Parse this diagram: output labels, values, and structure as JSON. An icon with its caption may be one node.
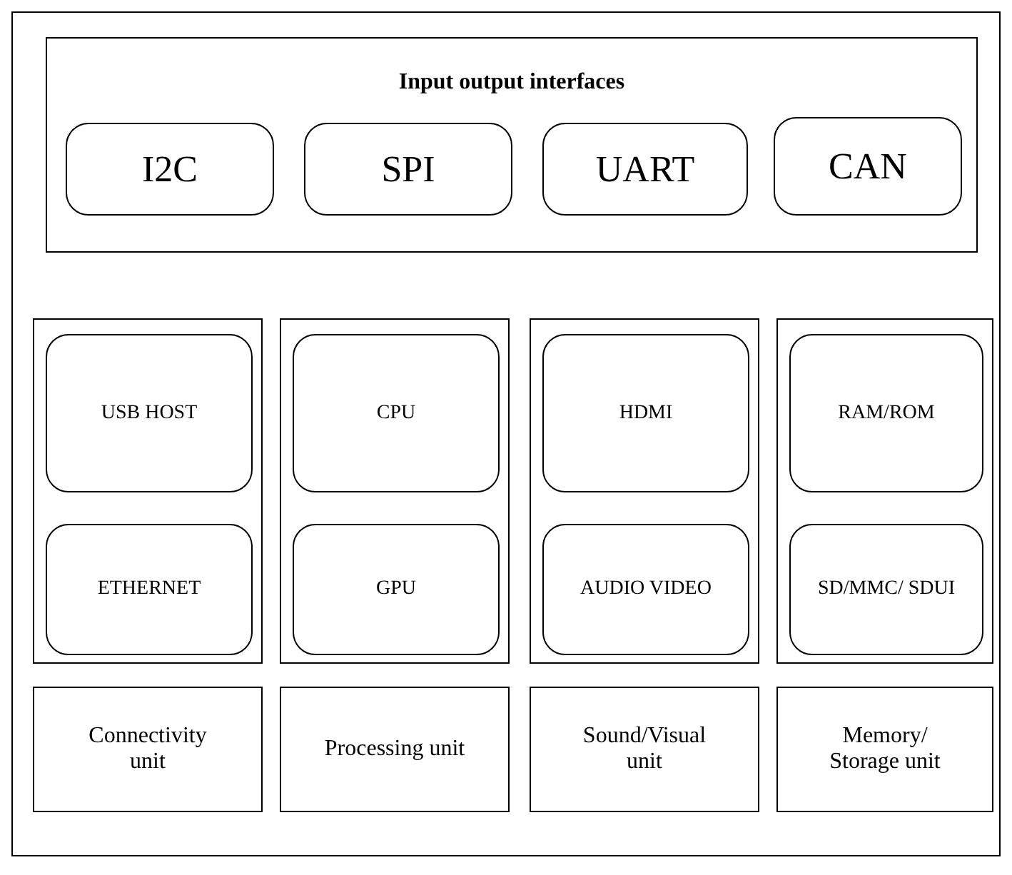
{
  "diagram": {
    "nodes": [
      {
        "text": [],
        "shape": "box"
      },
      {
        "text": [
          "Input output interfaces"
        ],
        "in": 0
      },
      {
        "text": [
          "I2C"
        ],
        "in": 1
      },
      {
        "text": [
          "SPI"
        ],
        "in": 1
      },
      {
        "text": [
          "UART"
        ],
        "in": 1
      },
      {
        "text": [
          "CAN"
        ],
        "in": 1
      },
      {
        "text": [],
        "shape": "box",
        "in": 0
      },
      {
        "text": [
          "USB HOST"
        ],
        "in": 6
      },
      {
        "text": [
          "ETHERNET"
        ],
        "in": 6
      },
      {
        "text": [],
        "shape": "box",
        "in": 0
      },
      {
        "text": [
          "CPU"
        ],
        "in": 9
      },
      {
        "text": [
          "GPU"
        ],
        "in": 9
      },
      {
        "text": [],
        "shape": "box",
        "in": 0
      },
      {
        "text": [
          "HDMI"
        ],
        "in": 12
      },
      {
        "text": [
          "AUDIO VIDEO"
        ],
        "in": 12
      },
      {
        "text": [],
        "shape": "box",
        "in": 0
      },
      {
        "text": [
          "RAM/ROM"
        ],
        "in": 15
      },
      {
        "text": [
          "SD/MMC/ SDUI"
        ],
        "in": 15
      },
      {
        "text": [
          "Connectivity unit"
        ],
        "in": 0
      },
      {
        "text": [
          "Processing unit"
        ],
        "in": 0
      },
      {
        "text": [
          "Sound/Visual unit"
        ],
        "in": 0
      },
      {
        "text": [
          "Memory/ Storage unit"
        ],
        "in": 0
      }
    ],
    "edges": []
  }
}
